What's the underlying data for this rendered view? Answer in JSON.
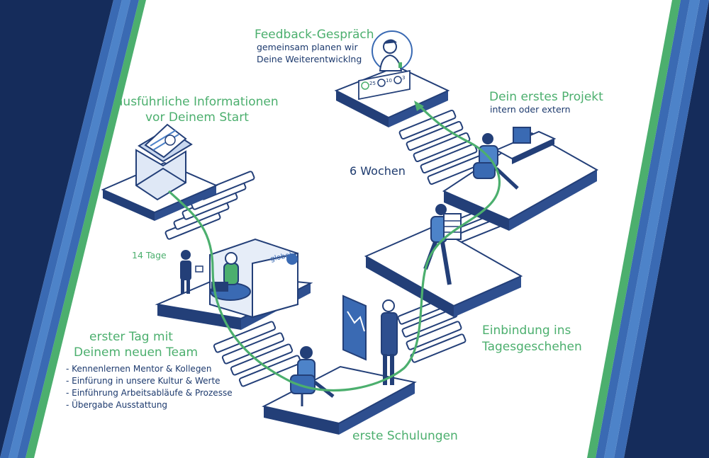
{
  "colors": {
    "navy": "#152c5b",
    "mid_blue": "#3a6ab3",
    "light_blue": "#4d83c9",
    "green": "#4caf6e",
    "slab_side": "#233f78",
    "slab_top": "#ffffff",
    "text_green": "#4caf6e",
    "text_navy": "#1d3a6e"
  },
  "steps": {
    "info": {
      "title_line1": "ausführliche Informationen",
      "title_line2": "vor Deinem Start"
    },
    "timing_14": "14 Tage",
    "first_day": {
      "title_line1": "erster Tag mit",
      "title_line2": "Deinem neuen Team",
      "items": [
        "- Kennenlernen Mentor & Kollegen",
        "- Einfürung in unsere Kultur & Werte",
        "- Einführung Arbeitsabläufe & Prozesse",
        "- Übergabe Ausstattung"
      ]
    },
    "training": {
      "title": "erste Schulungen"
    },
    "daily": {
      "title_line1": "Einbindung ins",
      "title_line2": "Tagesgeschehen"
    },
    "timing_6": "6 Wochen",
    "project": {
      "title": "Dein erstes Projekt",
      "subtitle": "intern oder extern"
    },
    "feedback": {
      "title": "Feedback-Gespräch",
      "subtitle_line1": "gemeinsam planen wir",
      "subtitle_line2": "Deine Weiterentwicklng"
    }
  },
  "screen_brand": "global",
  "feedback_panel": [
    "25",
    "10",
    "3"
  ]
}
